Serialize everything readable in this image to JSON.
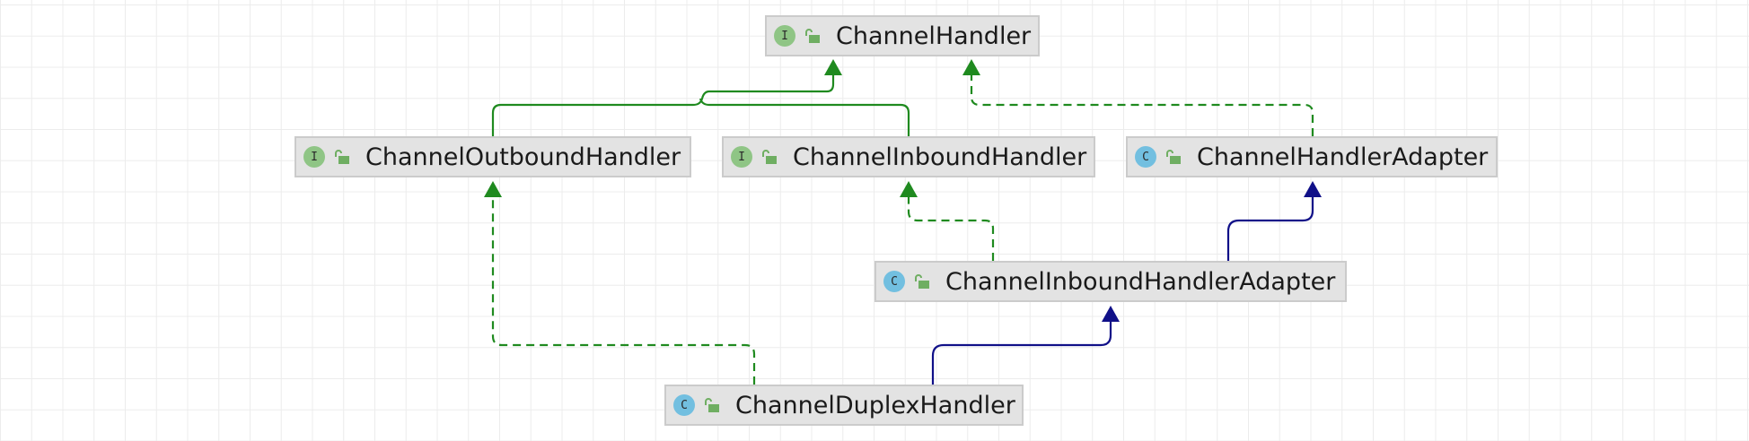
{
  "diagram": {
    "nodes": [
      {
        "id": "channel-handler",
        "label": "ChannelHandler",
        "kind": "interface",
        "kind_mark": "I"
      },
      {
        "id": "channel-outbound-handler",
        "label": "ChannelOutboundHandler",
        "kind": "interface",
        "kind_mark": "I"
      },
      {
        "id": "channel-inbound-handler",
        "label": "ChannelInboundHandler",
        "kind": "interface",
        "kind_mark": "I"
      },
      {
        "id": "channel-handler-adapter",
        "label": "ChannelHandlerAdapter",
        "kind": "class",
        "kind_mark": "C"
      },
      {
        "id": "channel-inbound-handler-adapter",
        "label": "ChannelInboundHandlerAdapter",
        "kind": "class",
        "kind_mark": "C"
      },
      {
        "id": "channel-duplex-handler",
        "label": "ChannelDuplexHandler",
        "kind": "class",
        "kind_mark": "C"
      }
    ],
    "edges": [
      {
        "from": "channel-outbound-handler",
        "to": "channel-handler",
        "relation": "extends"
      },
      {
        "from": "channel-inbound-handler",
        "to": "channel-handler",
        "relation": "extends"
      },
      {
        "from": "channel-handler-adapter",
        "to": "channel-handler",
        "relation": "implements"
      },
      {
        "from": "channel-inbound-handler-adapter",
        "to": "channel-handler-adapter",
        "relation": "extends"
      },
      {
        "from": "channel-inbound-handler-adapter",
        "to": "channel-inbound-handler",
        "relation": "implements"
      },
      {
        "from": "channel-duplex-handler",
        "to": "channel-inbound-handler-adapter",
        "relation": "extends"
      },
      {
        "from": "channel-duplex-handler",
        "to": "channel-outbound-handler",
        "relation": "implements"
      }
    ]
  },
  "colors": {
    "interface_edge": "#1f8a1f",
    "class_edge": "#101088",
    "interface_badge": "#8fc585",
    "class_badge": "#72bfe0",
    "lock_icon": "#6fae62"
  },
  "icons": {
    "interface_badge": "interface-badge-icon",
    "class_badge": "class-badge-icon",
    "visibility": "open-lock-icon"
  }
}
